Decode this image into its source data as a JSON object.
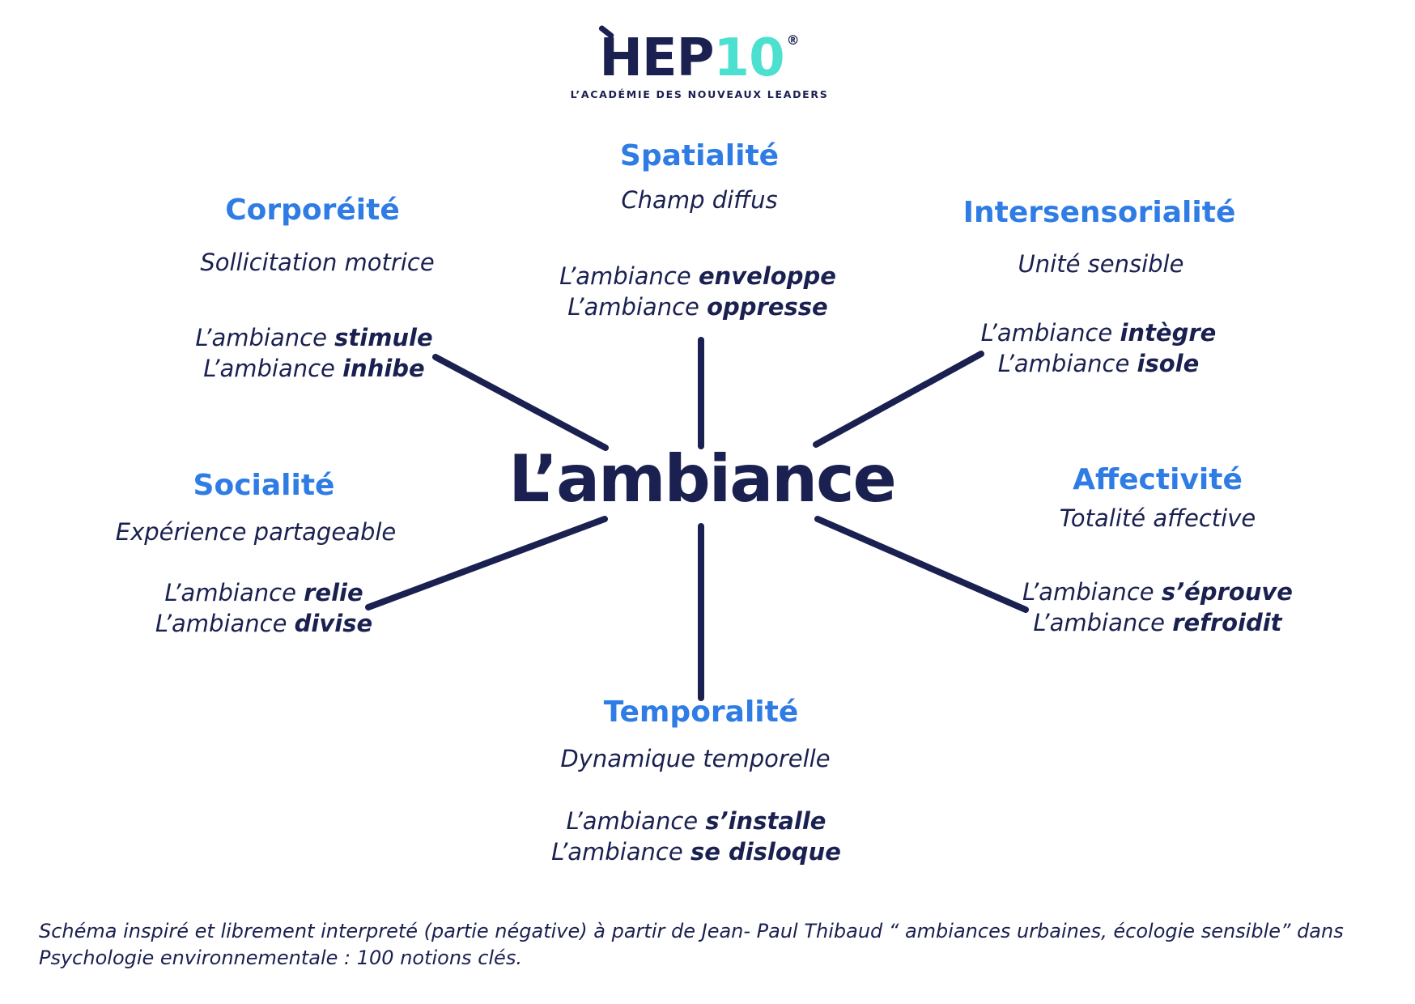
{
  "logo": {
    "brand_primary": "HEP",
    "brand_accent": "10",
    "registered": "®",
    "tagline": "L’ACADÉMIE DES NOUVEAUX LEADERS"
  },
  "center": {
    "title": "L’ambiance"
  },
  "nodes": [
    {
      "id": "spatialite",
      "title": "Spatialité",
      "subtitle": "Champ diffus",
      "phrases": [
        {
          "prefix": "L’ambiance",
          "verb": "enveloppe"
        },
        {
          "prefix": "L’ambiance",
          "verb": "oppresse"
        }
      ]
    },
    {
      "id": "corporeite",
      "title": "Corporéité",
      "subtitle": "Sollicitation motrice",
      "phrases": [
        {
          "prefix": "L’ambiance",
          "verb": "stimule"
        },
        {
          "prefix": "L’ambiance",
          "verb": "inhibe"
        }
      ]
    },
    {
      "id": "intersensorialite",
      "title": "Intersensorialité",
      "subtitle": "Unité sensible",
      "phrases": [
        {
          "prefix": "L’ambiance",
          "verb": "intègre"
        },
        {
          "prefix": "L’ambiance",
          "verb": "isole"
        }
      ]
    },
    {
      "id": "socialite",
      "title": "Socialité",
      "subtitle": "Expérience partageable",
      "phrases": [
        {
          "prefix": "L’ambiance",
          "verb": "relie"
        },
        {
          "prefix": "L’ambiance",
          "verb": "divise"
        }
      ]
    },
    {
      "id": "affectivite",
      "title": "Affectivité",
      "subtitle": "Totalité affective",
      "phrases": [
        {
          "prefix": "L’ambiance",
          "verb": "s’éprouve"
        },
        {
          "prefix": "L’ambiance",
          "verb": "refroidit"
        }
      ]
    },
    {
      "id": "temporalite",
      "title": "Temporalité",
      "subtitle": "Dynamique temporelle",
      "phrases": [
        {
          "prefix": "L’ambiance",
          "verb": "s’installe"
        },
        {
          "prefix": "L’ambiance",
          "verb": "se disloque"
        }
      ]
    }
  ],
  "footnote": "Schéma inspiré et librement interpreté (partie négative) à partir de Jean- Paul Thibaud “ ambiances urbaines, écologie sensible” dans Psychologie environnementale : 100 notions clés.",
  "colors": {
    "navy": "#1a2150",
    "blue": "#2e7ce4",
    "teal": "#4be0cf",
    "background": "#ffffff"
  }
}
